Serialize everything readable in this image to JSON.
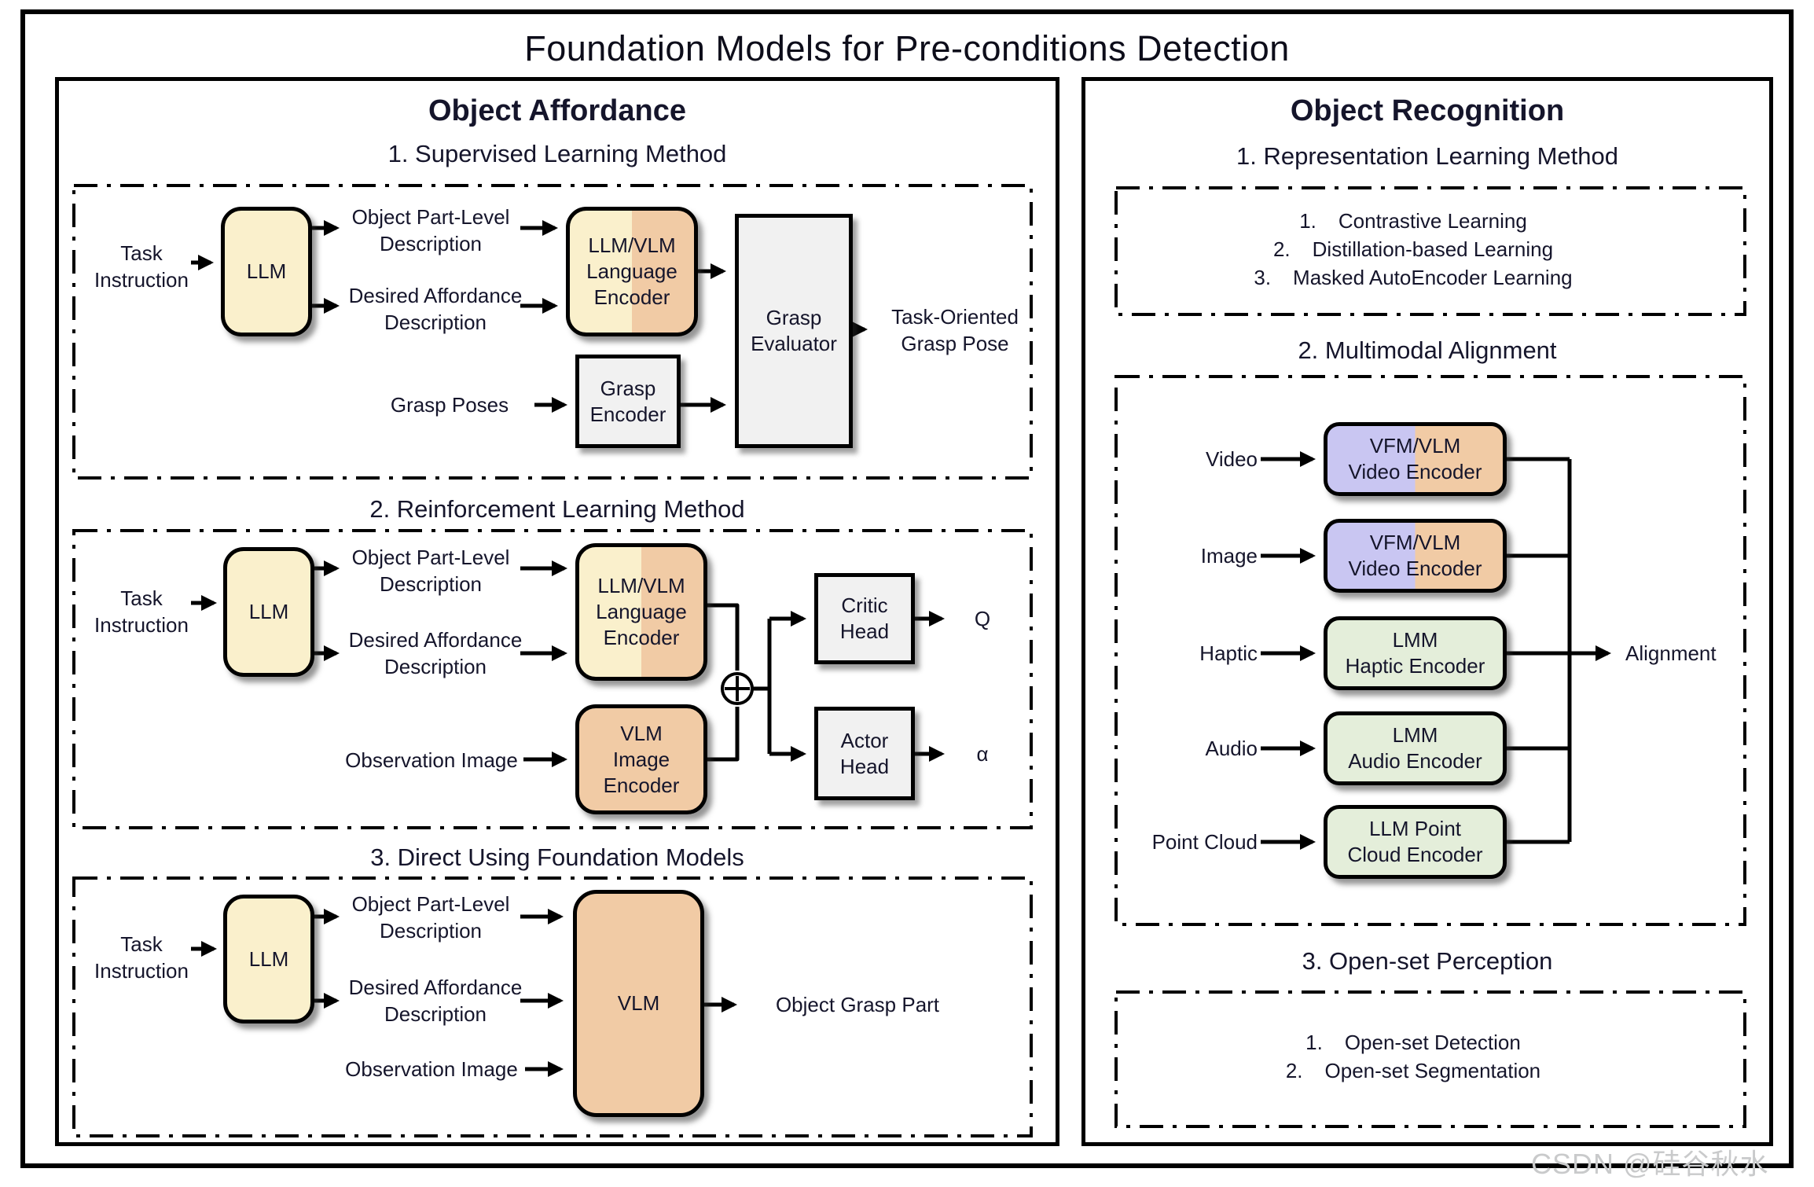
{
  "title": "Foundation Models for Pre-conditions Detection",
  "watermark": "CSDN @硅谷秋水",
  "colors": {
    "cream": "#FAF0CC",
    "salmon": "#F1CBA5",
    "lavender": "#C9C6F2",
    "green": "#E4EEDA",
    "grey": "#F1F1F1",
    "text": "#15152B",
    "border": "#000000",
    "watermark": "#C9CACB"
  },
  "affordance": {
    "title": "Object Affordance",
    "supervised": {
      "heading": "1. Supervised Learning Method",
      "task_instruction": "Task\nInstruction",
      "llm": "LLM",
      "object_part_level": "Object Part-Level\nDescription",
      "desired_affordance": "Desired Affordance\nDescription",
      "language_encoder": "LLM/VLM\nLanguage\nEncoder",
      "grasp_poses": "Grasp Poses",
      "grasp_encoder": "Grasp\nEncoder",
      "grasp_evaluator": "Grasp\nEvaluator",
      "output": "Task-Oriented\nGrasp Pose"
    },
    "reinforcement": {
      "heading": "2. Reinforcement Learning Method",
      "task_instruction": "Task\nInstruction",
      "llm": "LLM",
      "object_part_level": "Object Part-Level\nDescription",
      "desired_affordance": "Desired Affordance\nDescription",
      "language_encoder": "LLM/VLM\nLanguage\nEncoder",
      "observation_image": "Observation Image",
      "image_encoder": "VLM\nImage\nEncoder",
      "critic_head": "Critic\nHead",
      "actor_head": "Actor\nHead",
      "q_output": "Q",
      "alpha_output": "α"
    },
    "direct": {
      "heading": "3. Direct Using Foundation Models",
      "task_instruction": "Task\nInstruction",
      "llm": "LLM",
      "object_part_level": "Object Part-Level\nDescription",
      "desired_affordance": "Desired Affordance\nDescription",
      "observation_image": "Observation Image",
      "vlm": "VLM",
      "output": "Object Grasp Part"
    }
  },
  "recognition": {
    "title": "Object Recognition",
    "representation": {
      "heading": "1. Representation Learning Method",
      "items": [
        {
          "num": "1.",
          "label": "Contrastive Learning"
        },
        {
          "num": "2.",
          "label": "Distillation-based Learning"
        },
        {
          "num": "3.",
          "label": "Masked AutoEncoder Learning"
        }
      ]
    },
    "alignment": {
      "heading": "2. Multimodal Alignment",
      "rows": [
        {
          "input": "Video",
          "encoder": "VFM/VLM\nVideo Encoder"
        },
        {
          "input": "Image",
          "encoder": "VFM/VLM\nVideo Encoder"
        },
        {
          "input": "Haptic",
          "encoder": "LMM\nHaptic Encoder"
        },
        {
          "input": "Audio",
          "encoder": "LMM\nAudio Encoder"
        },
        {
          "input": "Point Cloud",
          "encoder": "LLM Point\nCloud Encoder"
        }
      ],
      "output": "Alignment"
    },
    "openset": {
      "heading": "3. Open-set Perception",
      "items": [
        {
          "num": "1.",
          "label": "Open-set Detection"
        },
        {
          "num": "2.",
          "label": "Open-set Segmentation"
        }
      ]
    }
  }
}
